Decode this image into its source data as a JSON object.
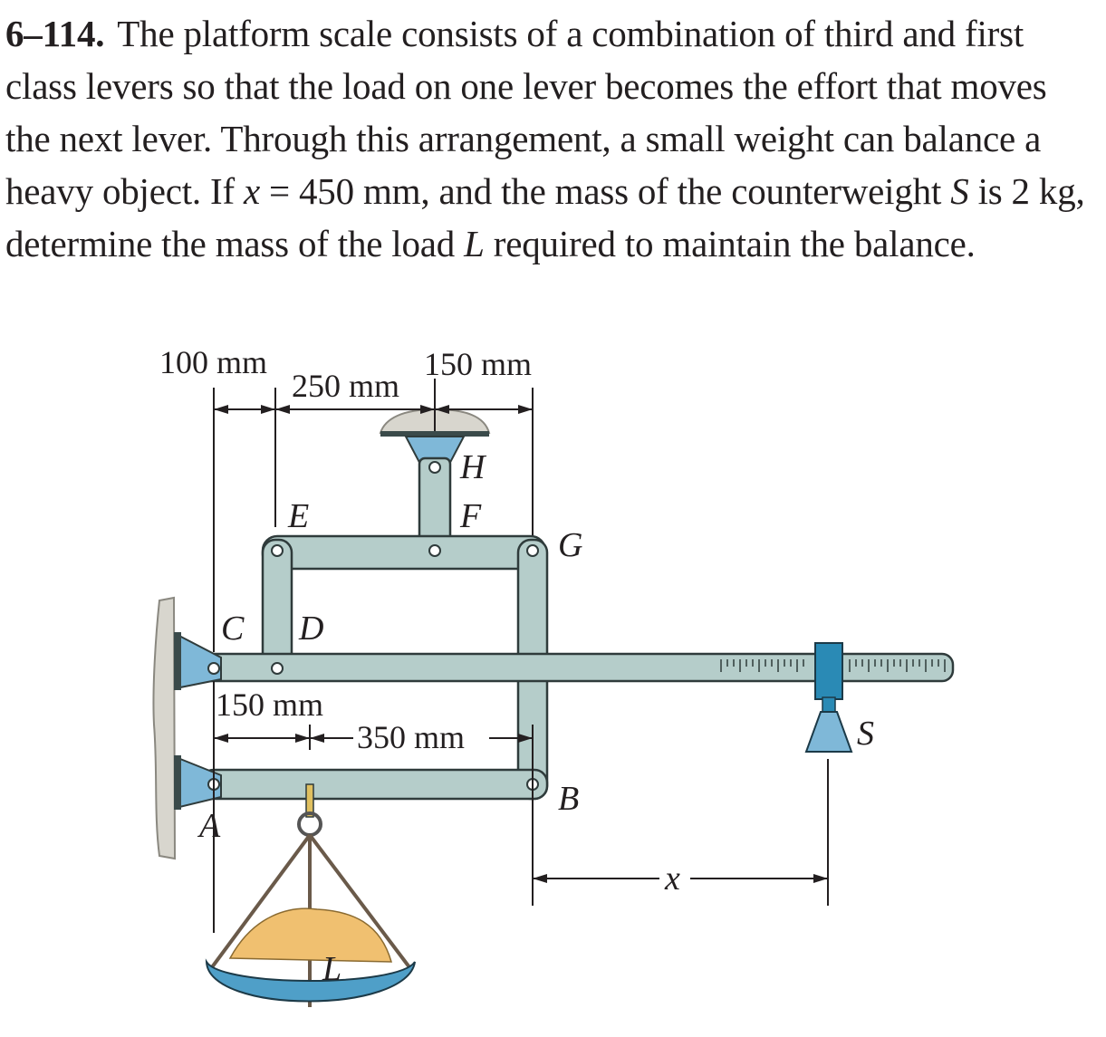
{
  "problem": {
    "number": "6–114.",
    "text_1": "The platform scale consists of a combination of third and first class levers so that the load on one lever becomes the effort that moves the next lever. Through this arrangement, a small weight can balance a heavy object. If ",
    "var_x": "x",
    "text_2": " = 450 mm, and the mass of the counterweight ",
    "var_S": "S",
    "text_3": " is 2 kg, determine the mass of the load ",
    "var_L": "L",
    "text_4": " required to maintain the balance."
  },
  "figure": {
    "dimensions": {
      "d100": "100 mm",
      "d250": "250 mm",
      "d150_top": "150 mm",
      "d150_bottom": "150 mm",
      "d350": "350 mm",
      "dx": "x"
    },
    "labels": {
      "A": "A",
      "B": "B",
      "C": "C",
      "D": "D",
      "E": "E",
      "F": "F",
      "G": "G",
      "H": "H",
      "S": "S",
      "L": "L"
    },
    "colors": {
      "lever": "#b5cdca",
      "pin_bracket": "#7fb8d8",
      "wall": "#d8d6ce",
      "load": "#f0c070",
      "pan": "#4f9fc8",
      "slider": "#2a8ab5"
    }
  }
}
